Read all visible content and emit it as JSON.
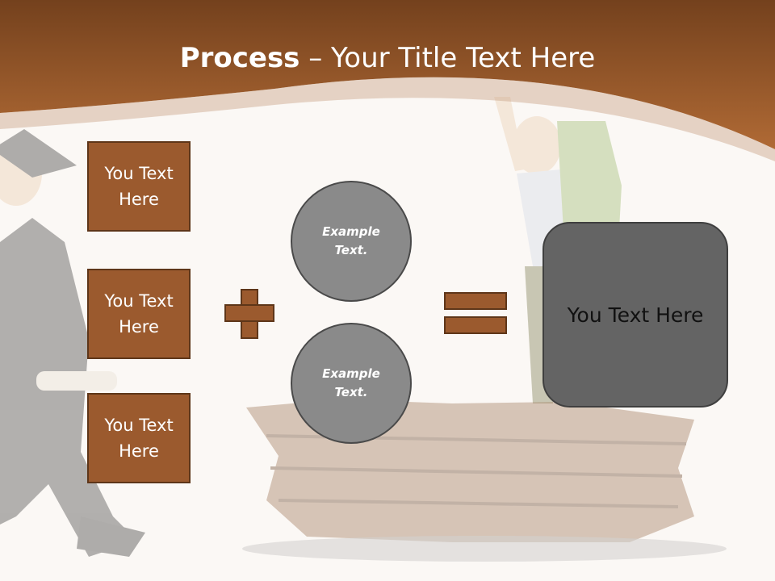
{
  "slide": {
    "title_bold": "Process",
    "title_rest": " – Your Title Text Here",
    "boxes": [
      {
        "label": "You Text Here"
      },
      {
        "label": "You Text Here"
      },
      {
        "label": "You Text Here"
      }
    ],
    "circles": [
      {
        "label": "Example Text."
      },
      {
        "label": "Example Text."
      }
    ],
    "result_label": "You Text Here"
  },
  "colors": {
    "header": "#a15f2c",
    "box_fill": "#9b5a2e",
    "box_border": "#5e3619",
    "circle_fill": "#8a8a8a",
    "result_fill": "#646464",
    "background": "#fbf8f5"
  },
  "icons": {
    "plus": "plus-icon",
    "equals": "equals-icon"
  }
}
